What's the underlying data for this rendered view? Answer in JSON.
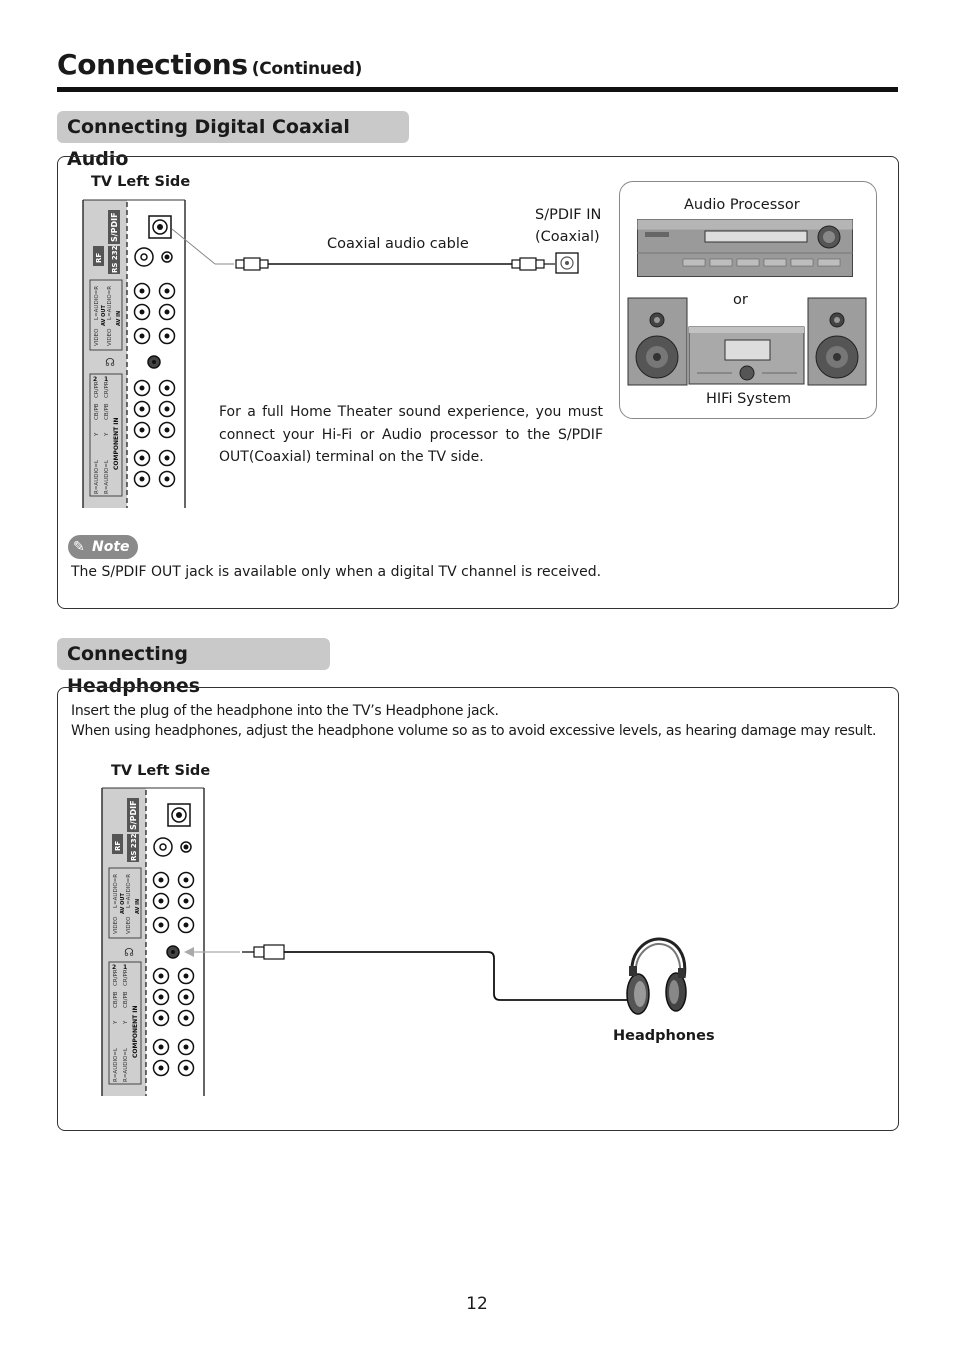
{
  "page": {
    "title": "Connections",
    "title_suffix": "(Continued)",
    "page_number": "12"
  },
  "section1": {
    "heading": "Connecting Digital Coaxial Audio",
    "tv_side_label": "TV Left Side",
    "cable_label": "Coaxial audio cable",
    "spdif_in_label_1": "S/PDIF IN",
    "spdif_in_label_2": "(Coaxial)",
    "audio_processor_label": "Audio  Processor",
    "or_label": "or",
    "hifi_label": "HIFi  System",
    "description": "For a full Home Theater sound experience, you must connect your Hi-Fi or Audio processor to the S/PDIF OUT(Coaxial) terminal on the TV side.",
    "note_badge": "Note",
    "note_text": "The S/PDIF OUT jack is available only when a digital TV channel is received."
  },
  "section2": {
    "heading": "Connecting Headphones",
    "line1": "Insert the plug of the headphone into the TV’s Headphone jack.",
    "line2": "When using headphones, adjust the headphone volume so as to avoid excessive levels, as hearing damage may result.",
    "tv_side_label": "TV Left Side",
    "headphones_label": "Headphones"
  },
  "panel_labels": {
    "spdif": "S/PDIF",
    "rs232": "RS 232",
    "rf": "RF",
    "av_out": "AV OUT",
    "av_in": "AV IN",
    "component_in": "COMPONENT IN",
    "video": "VIDEO",
    "laudio_r": "L=AUDIO=R",
    "r_audio_l": "R=AUDIO=L",
    "y": "Y",
    "cbpb": "CB/PB",
    "crpr": "CR/PR",
    "one": "1",
    "two": "2"
  }
}
